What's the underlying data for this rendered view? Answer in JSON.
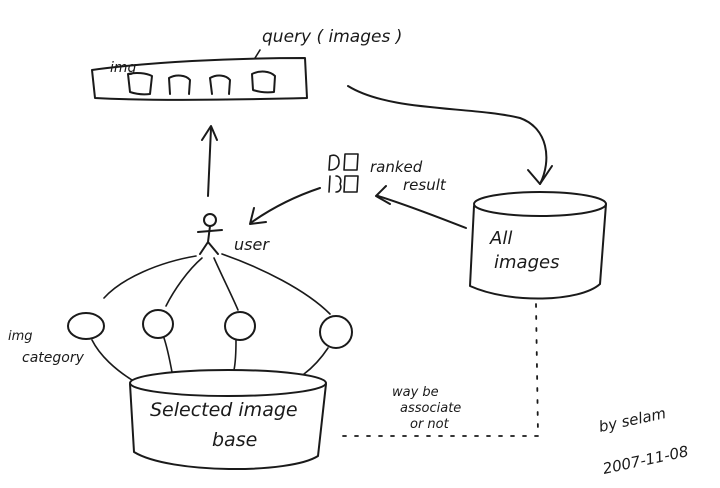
{
  "labels": {
    "query": "query ( images )",
    "img": "img",
    "ranked_line1": "ranked",
    "ranked_line2": "result",
    "user": "user",
    "all_images_line1": "All",
    "all_images_line2": "images",
    "img_category_line1": "img",
    "img_category_line2": "category",
    "selected_base_line1": "Selected image",
    "selected_base_line2": "base",
    "association_line1": "way be",
    "association_line2": "associate",
    "association_line3": "or not",
    "author": "by selam",
    "date": "2007-11-08"
  },
  "icons": {
    "query_thumbnails": "image-thumbnail-icon",
    "ranked_thumbnails": "image-thumbnail-icon",
    "user": "stick-figure-icon",
    "databases": "cylinder-database-icon"
  },
  "colors": {
    "ink": "#1a1a1a",
    "paper": "#ffffff"
  }
}
